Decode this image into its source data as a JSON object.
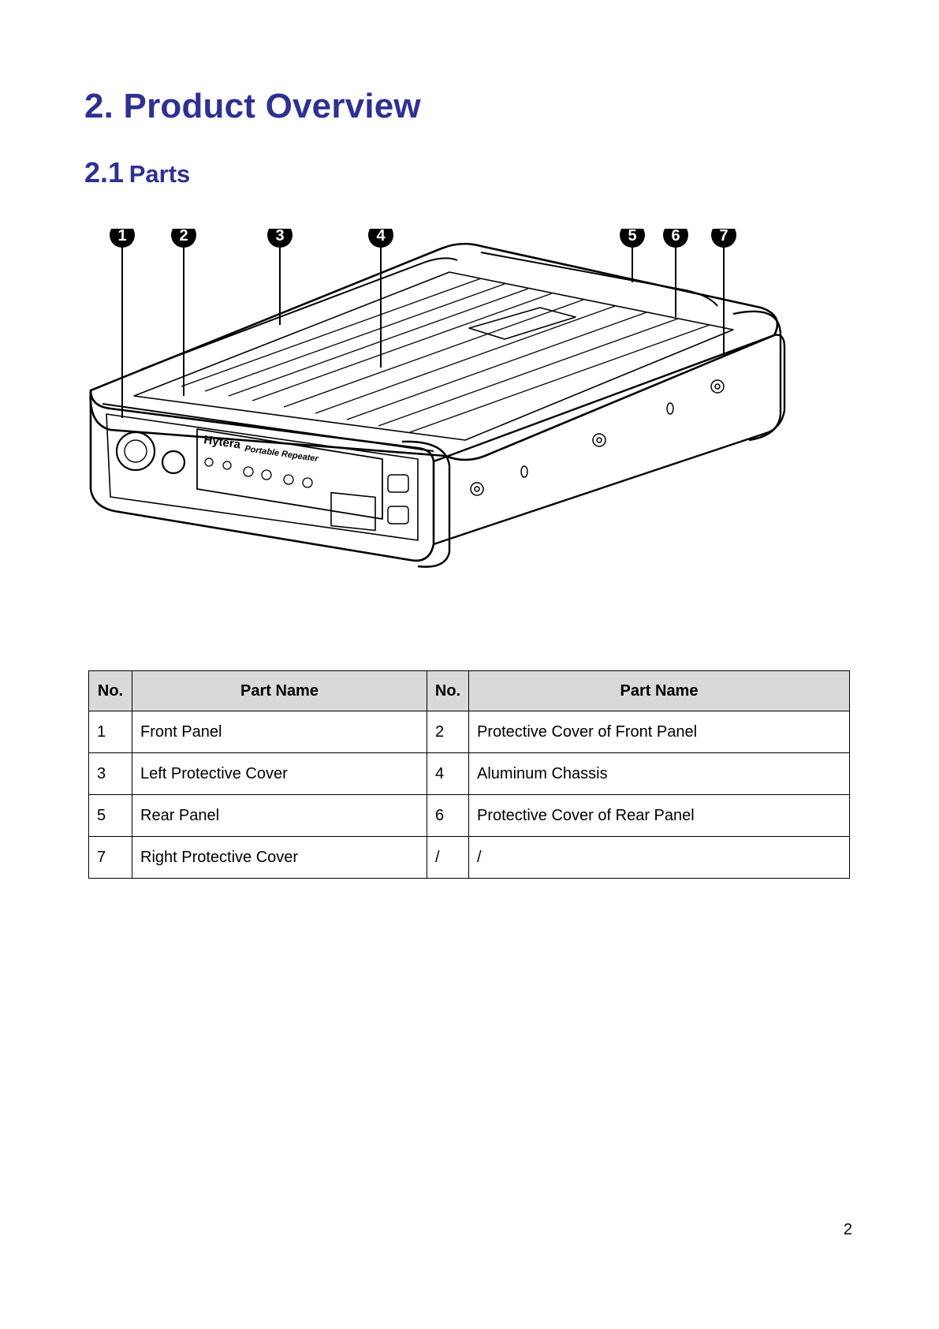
{
  "heading": {
    "title": "2. Product Overview"
  },
  "section": {
    "number": "2.1",
    "title": "Parts"
  },
  "figure": {
    "callouts": [
      "1",
      "2",
      "3",
      "4",
      "5",
      "6",
      "7"
    ],
    "device_label": {
      "brand": "Hytera",
      "model": "Portable Repeater"
    }
  },
  "parts_table": {
    "headers": [
      "No.",
      "Part Name",
      "No.",
      "Part Name"
    ],
    "rows": [
      [
        "1",
        "Front Panel",
        "2",
        "Protective Cover of Front Panel"
      ],
      [
        "3",
        "Left Protective Cover",
        "4",
        "Aluminum Chassis"
      ],
      [
        "5",
        "Rear Panel",
        "6",
        "Protective Cover of Rear Panel"
      ],
      [
        "7",
        "Right Protective Cover",
        "/",
        "/"
      ]
    ]
  },
  "footer": {
    "page_number": "2"
  }
}
